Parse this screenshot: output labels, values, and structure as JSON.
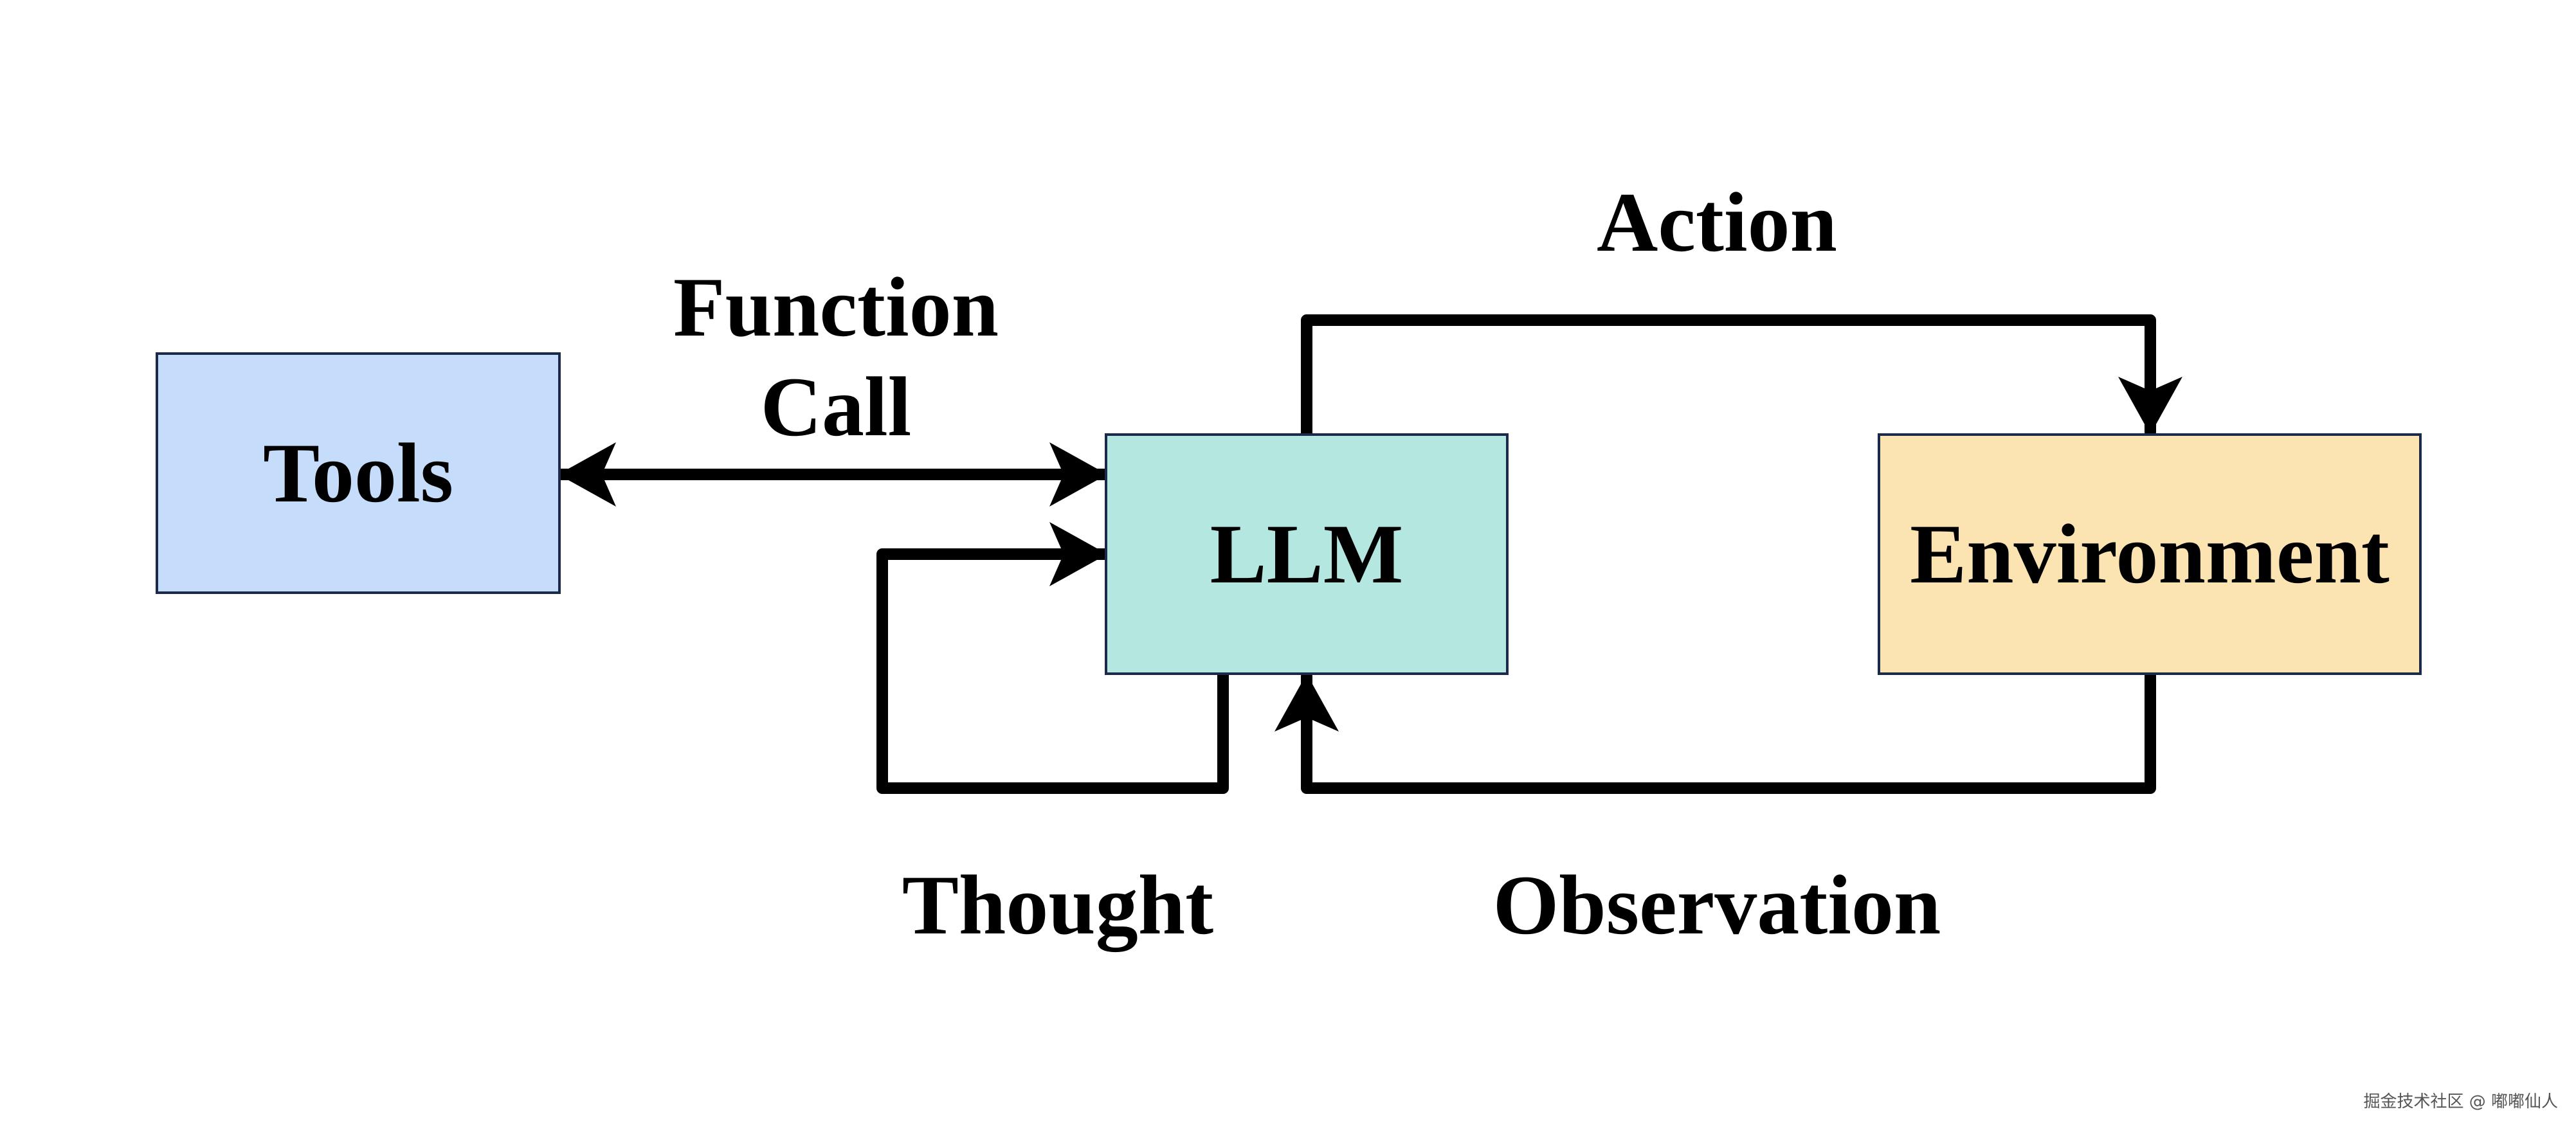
{
  "nodes": {
    "tools": {
      "label": "Tools",
      "fill": "#c6dcfb"
    },
    "llm": {
      "label": "LLM",
      "fill": "#b3e7e0"
    },
    "environment": {
      "label": "Environment",
      "fill": "#fbe3b2"
    }
  },
  "edges": {
    "function_call": {
      "label_line1": "Function",
      "label_line2": "Call"
    },
    "action": {
      "label": "Action"
    },
    "thought": {
      "label": "Thought"
    },
    "observation": {
      "label": "Observation"
    }
  },
  "colors": {
    "box_border": "#1c2a4a",
    "arrow": "#000000",
    "text": "#000000"
  },
  "watermark": "掘金技术社区 @ 嘟嘟仙人"
}
